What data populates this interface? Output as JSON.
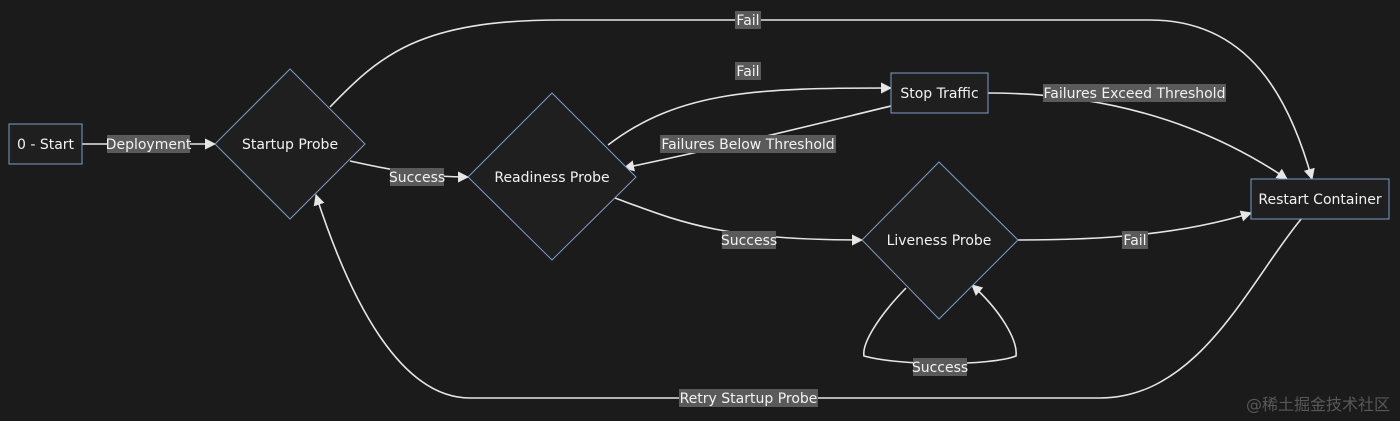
{
  "nodes": {
    "start": "0 - Start",
    "startup_probe": "Startup Probe",
    "readiness_probe": "Readiness Probe",
    "stop_traffic": "Stop Traffic",
    "liveness_probe": "Liveness Probe",
    "restart_container": "Restart Container"
  },
  "edges": {
    "deployment": "Deployment",
    "startup_fail": "Fail",
    "startup_success": "Success",
    "readiness_fail": "Fail",
    "failures_below": "Failures Below Threshold",
    "failures_exceed": "Failures Exceed Threshold",
    "readiness_success": "Success",
    "liveness_fail": "Fail",
    "liveness_success": "Success",
    "retry_startup": "Retry Startup Probe"
  },
  "watermark": "@稀土掘金技术社区",
  "colors": {
    "background": "#1b1b1b",
    "edge": "#e6e6e6",
    "node_border": "#7d9cc6",
    "node_fill": "#1f1f1f",
    "label_bg": "#5a5a5a",
    "text": "#f2f2f2"
  }
}
